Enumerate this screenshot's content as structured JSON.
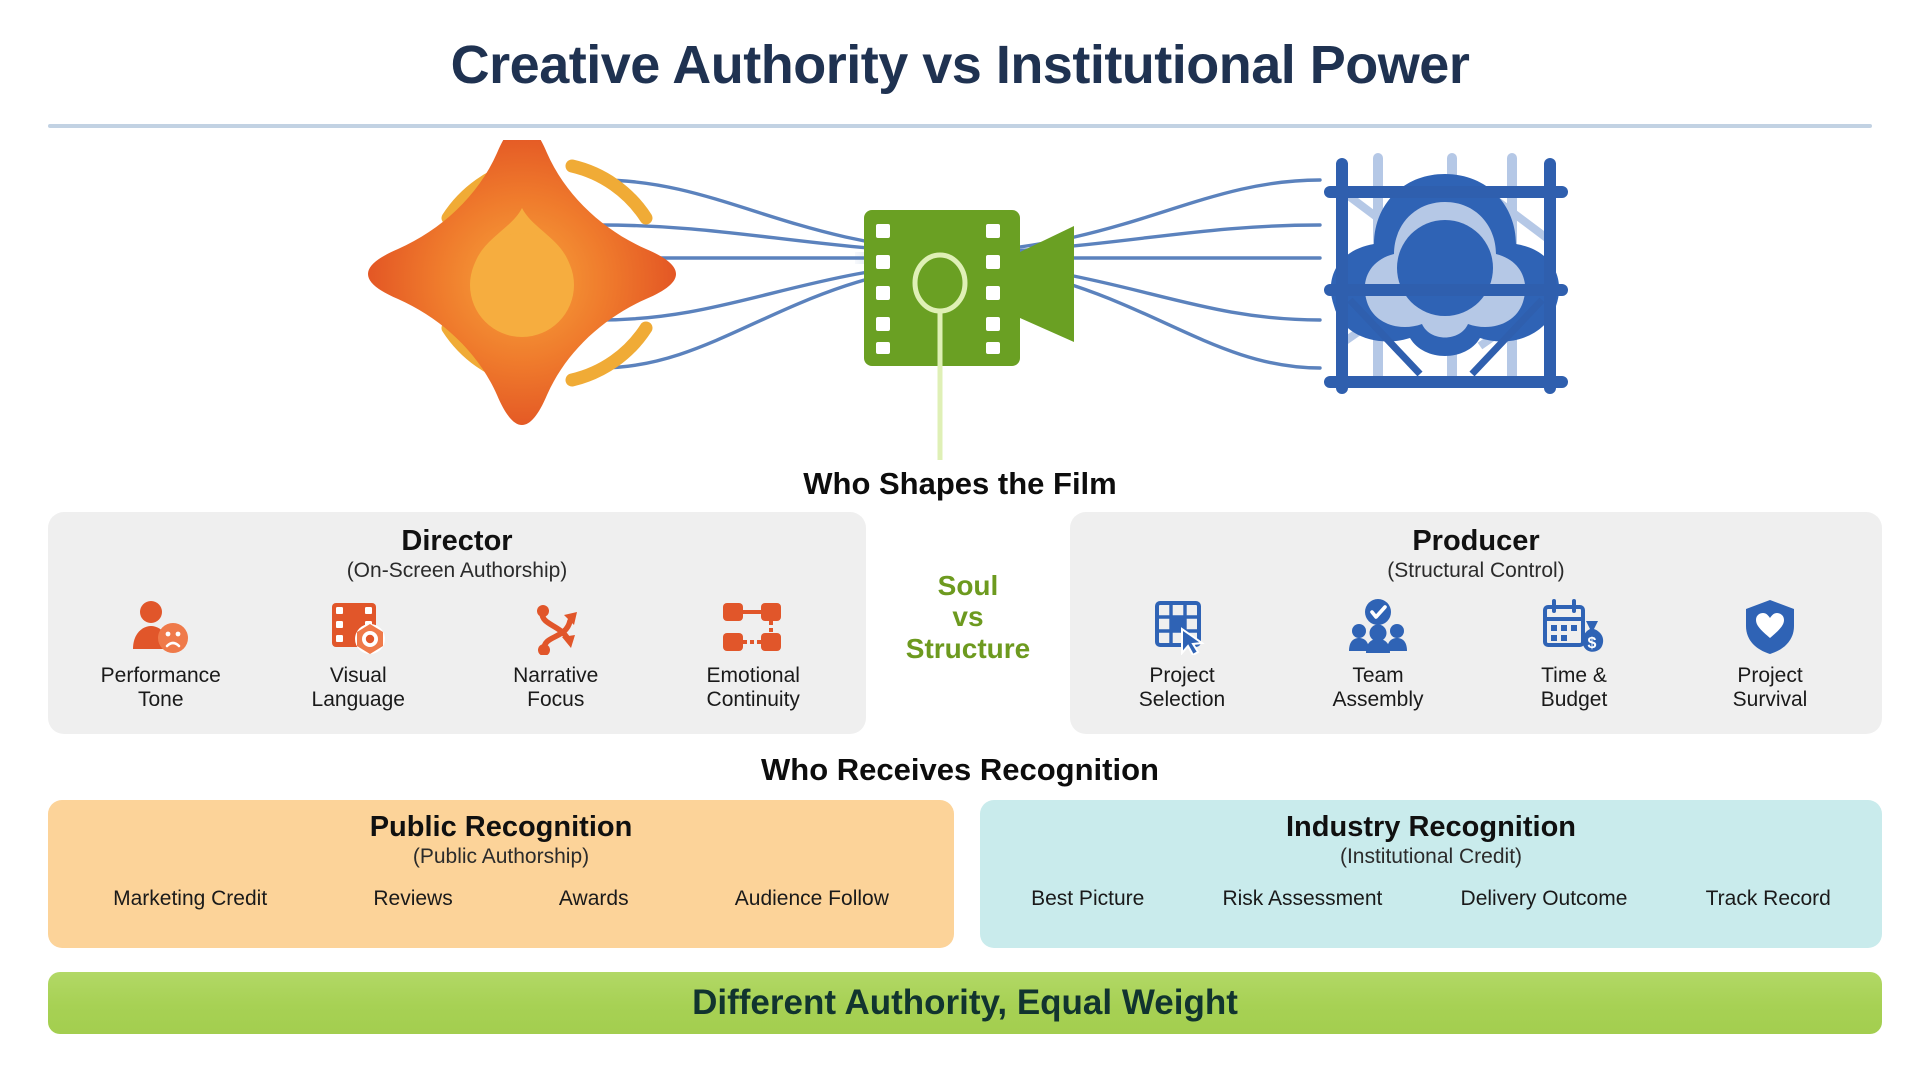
{
  "title": "Creative Authority vs Institutional Power",
  "flow": {
    "left_icon": "creative-spark-icon",
    "center_icon": "film-camera-icon",
    "right_icon": "scaffolding-structure-icon",
    "connector_count": 5
  },
  "section_labels": {
    "shapes": "Who Shapes the Film",
    "receives": "Who Receives Recognition"
  },
  "center_axis": {
    "text": "Soul\nvs\nStructure",
    "color": "#6d9a1f"
  },
  "roles": [
    {
      "key": "director",
      "title": "Director",
      "subtitle": "(On-Screen Authorship)",
      "accent": "#e1562a",
      "items": [
        {
          "icon": "person-emotion-icon",
          "label": "Performance\nTone"
        },
        {
          "icon": "film-strip-eye-icon",
          "label": "Visual\nLanguage"
        },
        {
          "icon": "branching-arrows-icon",
          "label": "Narrative\nFocus"
        },
        {
          "icon": "node-link-flow-icon",
          "label": "Emotional\nContinuity"
        }
      ]
    },
    {
      "key": "producer",
      "title": "Producer",
      "subtitle": "(Structural Control)",
      "accent": "#2f63b5",
      "items": [
        {
          "icon": "grid-cursor-select-icon",
          "label": "Project\nSelection"
        },
        {
          "icon": "team-check-icon",
          "label": "Team\nAssembly"
        },
        {
          "icon": "calendar-money-icon",
          "label": "Time &\nBudget"
        },
        {
          "icon": "shield-heart-icon",
          "label": "Project\nSurvival"
        }
      ]
    }
  ],
  "recognition": [
    {
      "key": "public",
      "title": "Public Recognition",
      "subtitle": "(Public Authorship)",
      "color": "#fcd399",
      "items": [
        "Marketing Credit",
        "Reviews",
        "Awards",
        "Audience Follow"
      ]
    },
    {
      "key": "industry",
      "title": "Industry Recognition",
      "subtitle": "(Institutional Credit)",
      "color": "#c9ebec",
      "items": [
        "Best Picture",
        "Risk Assessment",
        "Delivery Outcome",
        "Track Record"
      ]
    }
  ],
  "footer": {
    "text": "Different Authority, Equal Weight",
    "color": "#a7d154"
  },
  "palette": {
    "title_color": "#1f3251",
    "divider": "#c2d2e3",
    "orange": "#e1562a",
    "orange_light": "#f5a733",
    "green": "#6aa023",
    "blue": "#2f63b5",
    "panel_gray": "#efefef",
    "connector_blue": "#5b82bd"
  }
}
